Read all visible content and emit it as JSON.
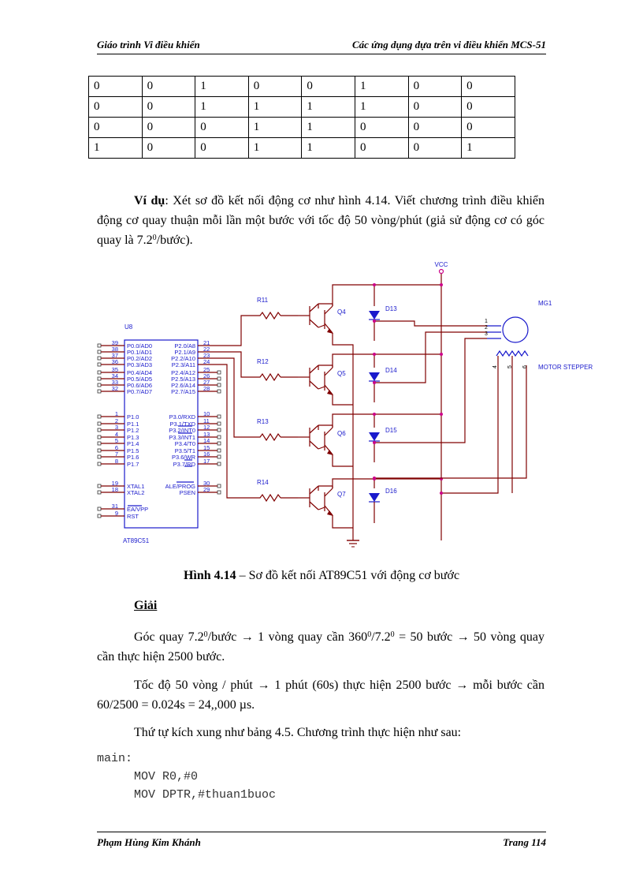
{
  "header": {
    "left": "Giáo trình Vi điều khiển",
    "right": "Các ứng dụng dựa trên vi điều khiển MCS-51"
  },
  "table_rows": [
    [
      "0",
      "0",
      "1",
      "0",
      "0",
      "1",
      "0",
      "0"
    ],
    [
      "0",
      "0",
      "1",
      "1",
      "1",
      "1",
      "0",
      "0"
    ],
    [
      "0",
      "0",
      "0",
      "1",
      "1",
      "0",
      "0",
      "0"
    ],
    [
      "1",
      "0",
      "0",
      "1",
      "1",
      "0",
      "0",
      "1"
    ]
  ],
  "example": {
    "label": "Ví dụ",
    "text_a": ": Xét sơ đồ kết nối động cơ như hình 4.14. Viết chương trình điều khiển động cơ quay thuận mỗi lần một bước với tốc độ 50 vòng/phút (giả sử động cơ có góc quay là 7.2",
    "sup": "0",
    "text_b": "/bước)."
  },
  "schematic": {
    "chip_ref": "U8",
    "chip_name": "AT89C51",
    "vcc": "VCC",
    "motor_ref": "MG1",
    "motor_name": "MOTOR STEPPER",
    "motor_pins": [
      "1",
      "2",
      "3",
      "4",
      "5",
      "6"
    ],
    "left_pins": [
      {
        "num": "39",
        "name": "P0.0/AD0"
      },
      {
        "num": "38",
        "name": "P0.1/AD1"
      },
      {
        "num": "37",
        "name": "P0.2/AD2"
      },
      {
        "num": "36",
        "name": "P0.3/AD3"
      },
      {
        "num": "35",
        "name": "P0.4/AD4"
      },
      {
        "num": "34",
        "name": "P0.5/AD5"
      },
      {
        "num": "33",
        "name": "P0.6/AD6"
      },
      {
        "num": "32",
        "name": "P0.7/AD7"
      },
      {
        "num": "1",
        "name": "P1.0"
      },
      {
        "num": "2",
        "name": "P1.1"
      },
      {
        "num": "3",
        "name": "P1.2"
      },
      {
        "num": "4",
        "name": "P1.3"
      },
      {
        "num": "5",
        "name": "P1.4"
      },
      {
        "num": "6",
        "name": "P1.5"
      },
      {
        "num": "7",
        "name": "P1.6"
      },
      {
        "num": "8",
        "name": "P1.7"
      },
      {
        "num": "19",
        "name": "XTAL1"
      },
      {
        "num": "18",
        "name": "XTAL2"
      },
      {
        "num": "31",
        "name": "EA/VPP"
      },
      {
        "num": "9",
        "name": "RST"
      }
    ],
    "right_pins": [
      {
        "num": "21",
        "name": "P2.0/A8"
      },
      {
        "num": "22",
        "name": "P2.1/A9"
      },
      {
        "num": "23",
        "name": "P2.2/A10"
      },
      {
        "num": "24",
        "name": "P2.3/A11"
      },
      {
        "num": "25",
        "name": "P2.4/A12"
      },
      {
        "num": "26",
        "name": "P2.5/A13"
      },
      {
        "num": "27",
        "name": "P2.6/A14"
      },
      {
        "num": "28",
        "name": "P2.7/A15"
      },
      {
        "num": "10",
        "name": "P3.0/RXD"
      },
      {
        "num": "11",
        "name": "P3.1/TXD"
      },
      {
        "num": "12",
        "name": "P3.2/INT0"
      },
      {
        "num": "13",
        "name": "P3.3/INT1"
      },
      {
        "num": "14",
        "name": "P3.4/T0"
      },
      {
        "num": "15",
        "name": "P3.5/T1"
      },
      {
        "num": "16",
        "name": "P3.6/WR"
      },
      {
        "num": "17",
        "name": "P3.7/RD"
      },
      {
        "num": "30",
        "name": "ALE/PROG"
      },
      {
        "num": "29",
        "name": "PSEN"
      }
    ],
    "stages": [
      {
        "r": "R11",
        "q": "Q4",
        "d": "D13"
      },
      {
        "r": "R12",
        "q": "Q5",
        "d": "D14"
      },
      {
        "r": "R13",
        "q": "Q6",
        "d": "D15"
      },
      {
        "r": "R14",
        "q": "Q7",
        "d": "D16"
      }
    ]
  },
  "caption": {
    "bold": "Hình 4.14",
    "rest": " – Sơ đồ kết nối AT89C51 với động cơ bước"
  },
  "solution_heading": "Giải",
  "p1": {
    "a": "Góc quay 7.2",
    "s1": "0",
    "b": "/bước → 1 vòng quay cần 360",
    "s2": "0",
    "c": "/7.2",
    "s3": "0",
    "d": " = 50 bước → 50 vòng quay cần thực hiện 2500 bước."
  },
  "p2": "Tốc độ 50 vòng / phút → 1 phút (60s) thực hiện 2500 bước → mỗi bước cần 60/2500 = 0.024s = 24,,000 µs.",
  "p3": "Thứ tự kích xung như bảng 4.5. Chương trình thực hiện như sau:",
  "code": [
    "main:",
    "MOV R0,#0",
    "MOV DPTR,#thuan1buoc"
  ],
  "footer": {
    "left": "Phạm Hùng Kim Khánh",
    "right": "Trang 114"
  }
}
